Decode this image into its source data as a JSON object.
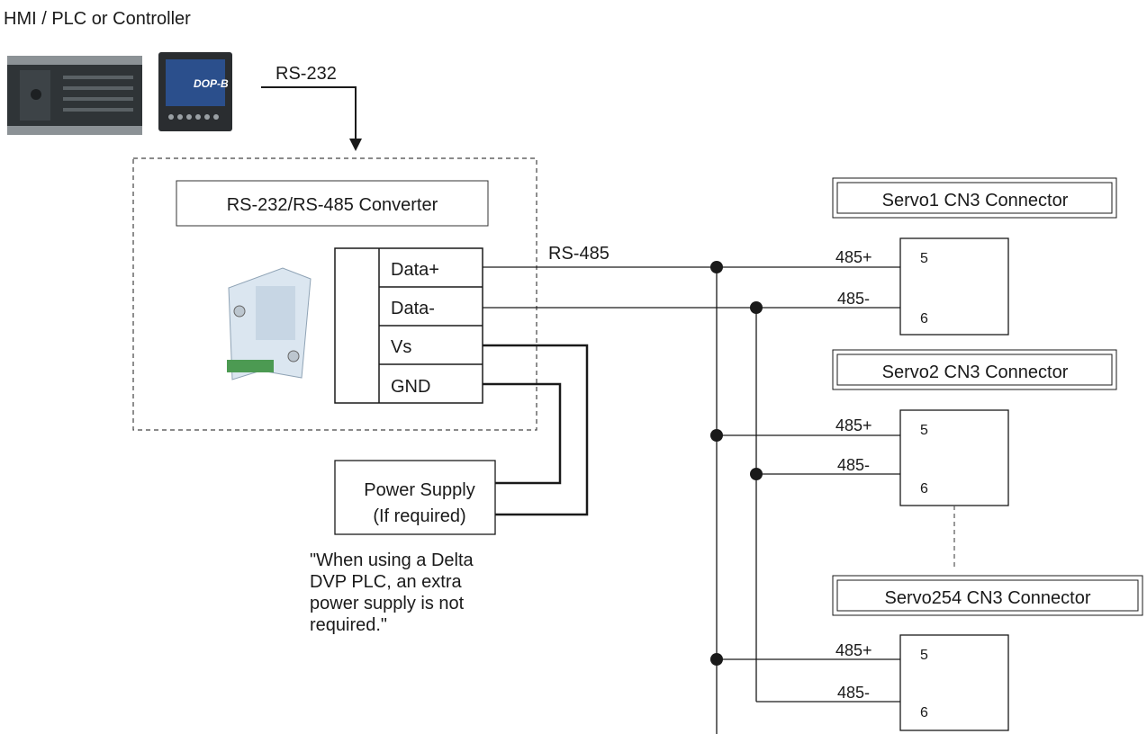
{
  "header": {
    "title": "HMI / PLC or Controller"
  },
  "links": {
    "rs232": "RS-232",
    "rs485": "RS-485"
  },
  "converter": {
    "title": "RS-232/RS-485 Converter",
    "terminals": [
      "Data+",
      "Data-",
      "Vs",
      "GND"
    ],
    "device_icon": "converter-module-icon"
  },
  "devices": {
    "plc_icon": "plc-controller-icon",
    "hmi_icon": "hmi-touch-panel-icon",
    "hmi_logo": "DOP-B"
  },
  "power_supply": {
    "line1": "Power Supply",
    "line2": "(If required)"
  },
  "note": [
    "\"When using a Delta",
    "DVP PLC, an extra",
    "power supply is not",
    "required.\""
  ],
  "servos": [
    {
      "title": "Servo1 CN3 Connector",
      "plus_label": "485+",
      "minus_label": "485-",
      "pin_plus": "5",
      "pin_minus": "6"
    },
    {
      "title": "Servo2 CN3 Connector",
      "plus_label": "485+",
      "minus_label": "485-",
      "pin_plus": "5",
      "pin_minus": "6"
    },
    {
      "title": "Servo254 CN3 Connector",
      "plus_label": "485+",
      "minus_label": "485-",
      "pin_plus": "5",
      "pin_minus": "6"
    }
  ],
  "colors": {
    "line": "#1a1a1a",
    "device_dark": "#2f3437",
    "hmi_screen": "#2b4f8c",
    "converter_body": "#dbe6f0"
  }
}
